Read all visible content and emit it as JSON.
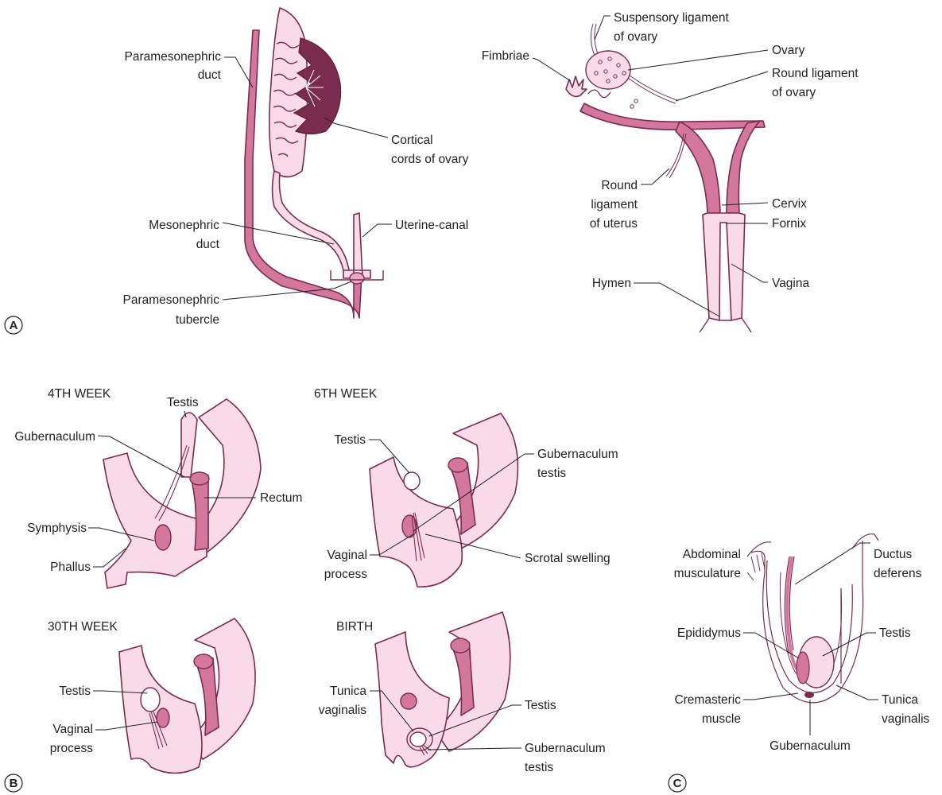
{
  "panels": {
    "A": {
      "letter": "A"
    },
    "B": {
      "letter": "B"
    },
    "C": {
      "letter": "C"
    }
  },
  "labels": {
    "paramesonephric_duct": [
      "Paramesonephric",
      "duct"
    ],
    "cortical_cords": [
      "Cortical",
      "cords of ovary"
    ],
    "mesonephric_duct": [
      "Mesonephric",
      "duct"
    ],
    "uterine_canal": "Uterine-canal",
    "paramesonephric_tubercle": [
      "Paramesonephric",
      "tubercle"
    ],
    "suspensory_ligament": [
      "Suspensory ligament",
      "of ovary"
    ],
    "fimbriae": "Fimbriae",
    "ovary": "Ovary",
    "round_ligament_ovary": [
      "Round ligament",
      "of ovary"
    ],
    "round_ligament_uterus": [
      "Round",
      "ligament",
      "of uterus"
    ],
    "cervix": "Cervix",
    "fornix": "Fornix",
    "hymen": "Hymen",
    "vagina": "Vagina",
    "w4": {
      "title": "4TH WEEK",
      "testis": "Testis",
      "gubernaculum": "Gubernaculum",
      "rectum": "Rectum",
      "symphysis": "Symphysis",
      "phallus": "Phallus"
    },
    "w6": {
      "title": "6TH WEEK",
      "testis": "Testis",
      "gubernaculum_testis": [
        "Gubernaculum",
        "testis"
      ],
      "vaginal_process": [
        "Vaginal",
        "process"
      ],
      "scrotal_swelling": "Scrotal swelling"
    },
    "w30": {
      "title": "30TH WEEK",
      "testis": "Testis",
      "vaginal_process": [
        "Vaginal",
        "process"
      ]
    },
    "birth": {
      "title": "BIRTH",
      "tunica_vaginalis": [
        "Tunica",
        "vaginalis"
      ],
      "testis": "Testis",
      "gubernaculum_testis": [
        "Gubernaculum",
        "testis"
      ]
    },
    "c": {
      "abdominal_musculature": [
        "Abdominal",
        "musculature"
      ],
      "ductus_deferens": [
        "Ductus",
        "deferens"
      ],
      "epididymus": "Epididymus",
      "testis": "Testis",
      "cremasteric_muscle": [
        "Cremasteric",
        "muscle"
      ],
      "tunica_vaginalis": [
        "Tunica",
        "vaginalis"
      ],
      "gubernaculum": "Gubernaculum"
    }
  },
  "colors": {
    "light_pink": "#f9dbe8",
    "mid_pink": "#d3789c",
    "dark_plum": "#7a2c4e",
    "outline": "#7a2c4e",
    "text": "#231f20"
  }
}
